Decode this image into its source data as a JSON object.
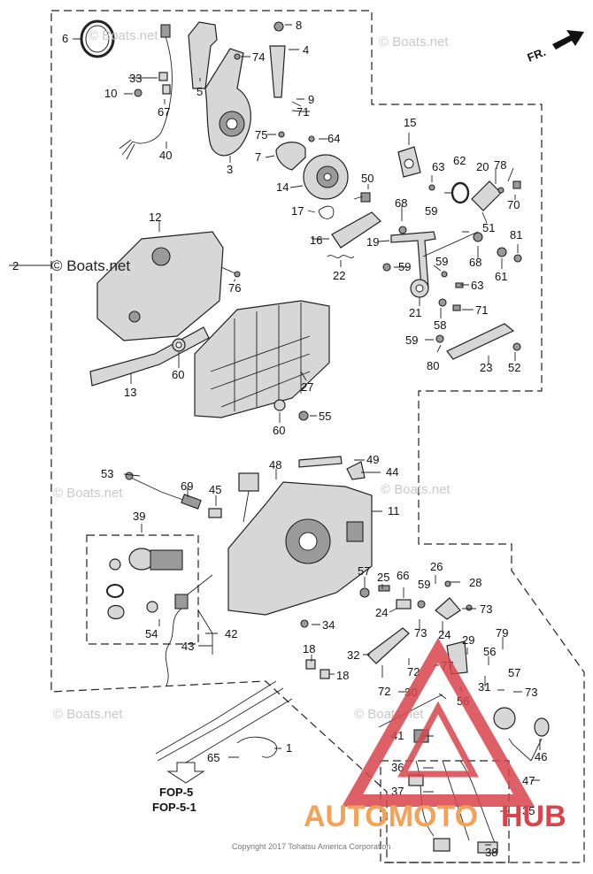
{
  "watermarks": {
    "boats_net": "© Boats.net"
  },
  "direction": {
    "label": "FR."
  },
  "reference": {
    "line1": "FOP-5",
    "line2": "FOP-5-1"
  },
  "copyright": "Copyright 2017 Tohatsu America Corporation",
  "brand": {
    "part1": "AUTOMOTO",
    "part2": "HUB",
    "color_main": "#f4a259",
    "color_accent": "#d9434b"
  },
  "callouts": {
    "c1": "1",
    "c2": "2",
    "c3": "3",
    "c4": "4",
    "c5": "5",
    "c6": "6",
    "c7": "7",
    "c8": "8",
    "c9": "9",
    "c10": "10",
    "c11": "11",
    "c12": "12",
    "c13": "13",
    "c14": "14",
    "c15": "15",
    "c16": "16",
    "c17": "17",
    "c18a": "18",
    "c18b": "18",
    "c19": "19",
    "c20": "20",
    "c21": "21",
    "c22": "22",
    "c23": "23",
    "c24a": "24",
    "c24b": "24",
    "c25": "25",
    "c26": "26",
    "c27": "27",
    "c28": "28",
    "c29": "29",
    "c30": "30",
    "c31": "31",
    "c32": "32",
    "c33": "33",
    "c34": "34",
    "c35": "35",
    "c36": "36",
    "c37": "37",
    "c38": "38",
    "c39": "39",
    "c40": "40",
    "c41": "41",
    "c42": "42",
    "c43": "43",
    "c44": "44",
    "c45": "45",
    "c46": "46",
    "c47": "47",
    "c48": "48",
    "c49": "49",
    "c50": "50",
    "c51": "51",
    "c52": "52",
    "c53": "53",
    "c54": "54",
    "c55": "55",
    "c56a": "56",
    "c56b": "56",
    "c57a": "57",
    "c57b": "57",
    "c58": "58",
    "c59a": "59",
    "c59b": "59",
    "c59c": "59",
    "c59d": "59",
    "c59e": "59",
    "c60a": "60",
    "c60b": "60",
    "c61": "61",
    "c62": "62",
    "c63a": "63",
    "c63b": "63",
    "c64": "64",
    "c65": "65",
    "c66": "66",
    "c67": "67",
    "c68a": "68",
    "c68b": "68",
    "c69": "69",
    "c70": "70",
    "c71a": "71",
    "c71b": "71",
    "c72a": "72",
    "c72b": "72",
    "c73a": "73",
    "c73b": "73",
    "c73c": "73",
    "c74": "74",
    "c75": "75",
    "c76": "76",
    "c77": "77",
    "c78": "78",
    "c79": "79",
    "c80": "80",
    "c81": "81"
  }
}
